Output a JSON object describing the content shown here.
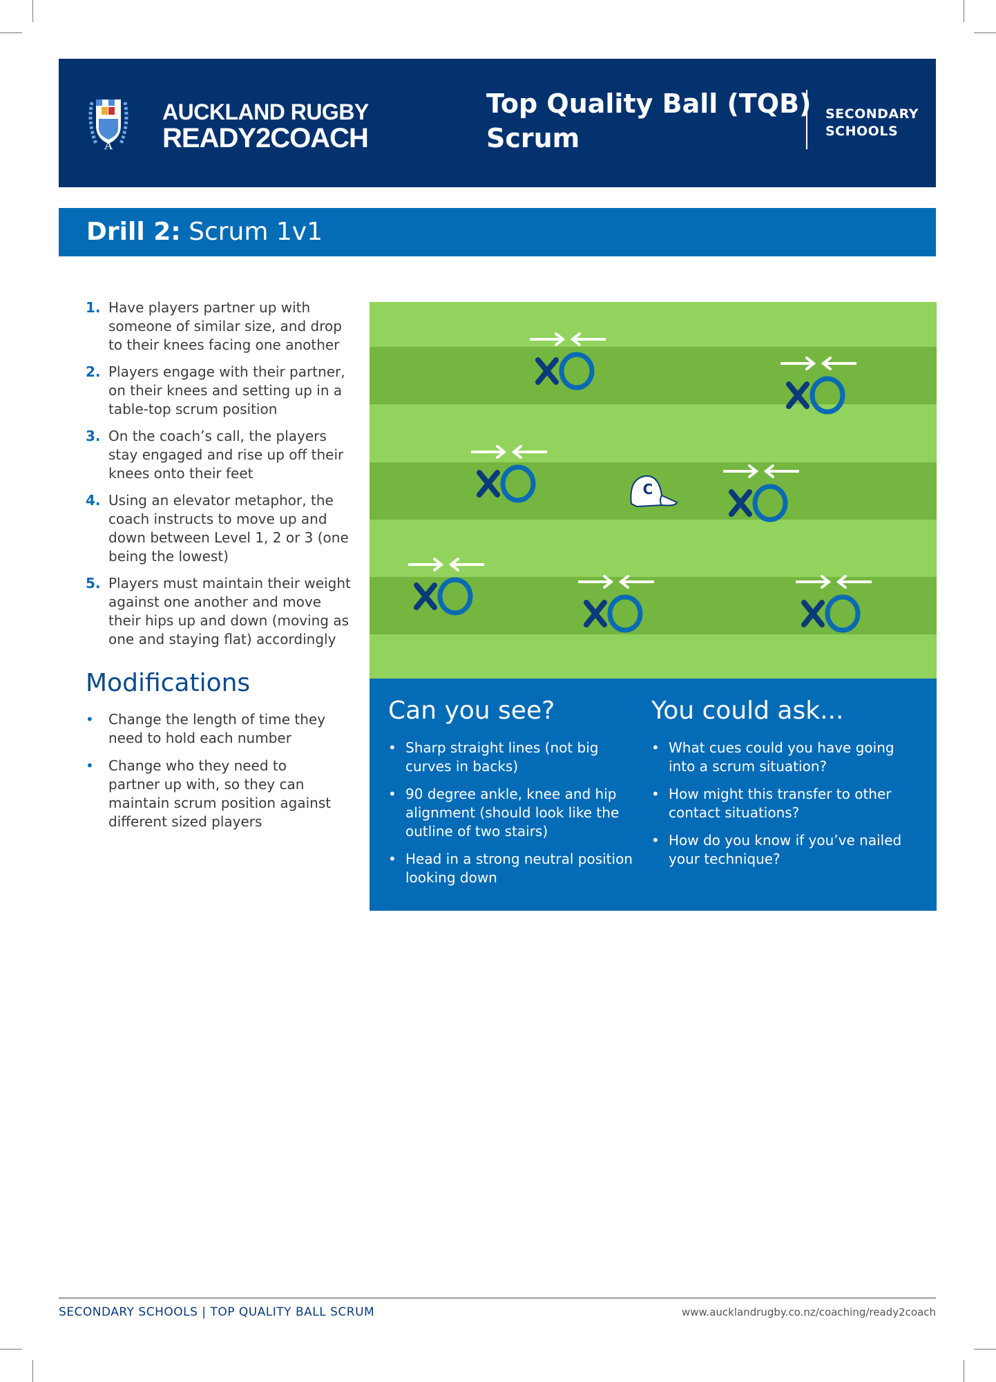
{
  "header": {
    "brand_line1": "AUCKLAND RUGBY",
    "brand_line2": "READY2COACH",
    "title_line1": "Top Quality Ball (TQB)",
    "title_line2": "Scrum",
    "level_line1": "SECONDARY",
    "level_line2": "SCHOOLS"
  },
  "drill": {
    "prefix": "Drill 2:",
    "name": "Scrum 1v1"
  },
  "steps": [
    {
      "num": "1.",
      "text": "Have players partner up with someone of similar size, and drop to their knees facing one another"
    },
    {
      "num": "2.",
      "text": "Players engage with their partner, on their knees and setting up in a table-top scrum position"
    },
    {
      "num": "3.",
      "text": "On the coach’s call, the players stay engaged and rise up off their knees onto their feet"
    },
    {
      "num": "4.",
      "text": "Using an elevator metaphor, the coach instructs to move up and down between Level 1, 2 or 3 (one being the lowest)"
    },
    {
      "num": "5.",
      "text": "Players must maintain their weight against one another and move their hips up and down (moving as one and staying flat) accordingly"
    }
  ],
  "modifications": {
    "heading": "Modifications",
    "items": [
      "Change the length of time they need to hold each number",
      "Change who they need to partner up with, so they can maintain scrum position against different sized players"
    ]
  },
  "diagram": {
    "coach_label": "C",
    "colors": {
      "x": "#0a3a7a",
      "o": "#0a6ab4",
      "grass_light": "#91d35c",
      "grass_dark": "#74b640"
    }
  },
  "can_you_see": {
    "heading": "Can you see?",
    "items": [
      "Sharp straight lines (not big curves in backs)",
      "90 degree ankle, knee and hip alignment (should look like the outline of two stairs)",
      "Head in a strong neutral position looking down"
    ]
  },
  "you_could_ask": {
    "heading": "You could ask...",
    "items": [
      "What cues could you have going into a scrum situation?",
      "How might this transfer to other contact situations?",
      "How do you know if you’ve nailed your technique?"
    ]
  },
  "footer": {
    "left": "SECONDARY SCHOOLS | TOP QUALITY BALL SCRUM",
    "right": "www.aucklandrugby.co.nz/coaching/ready2coach"
  }
}
